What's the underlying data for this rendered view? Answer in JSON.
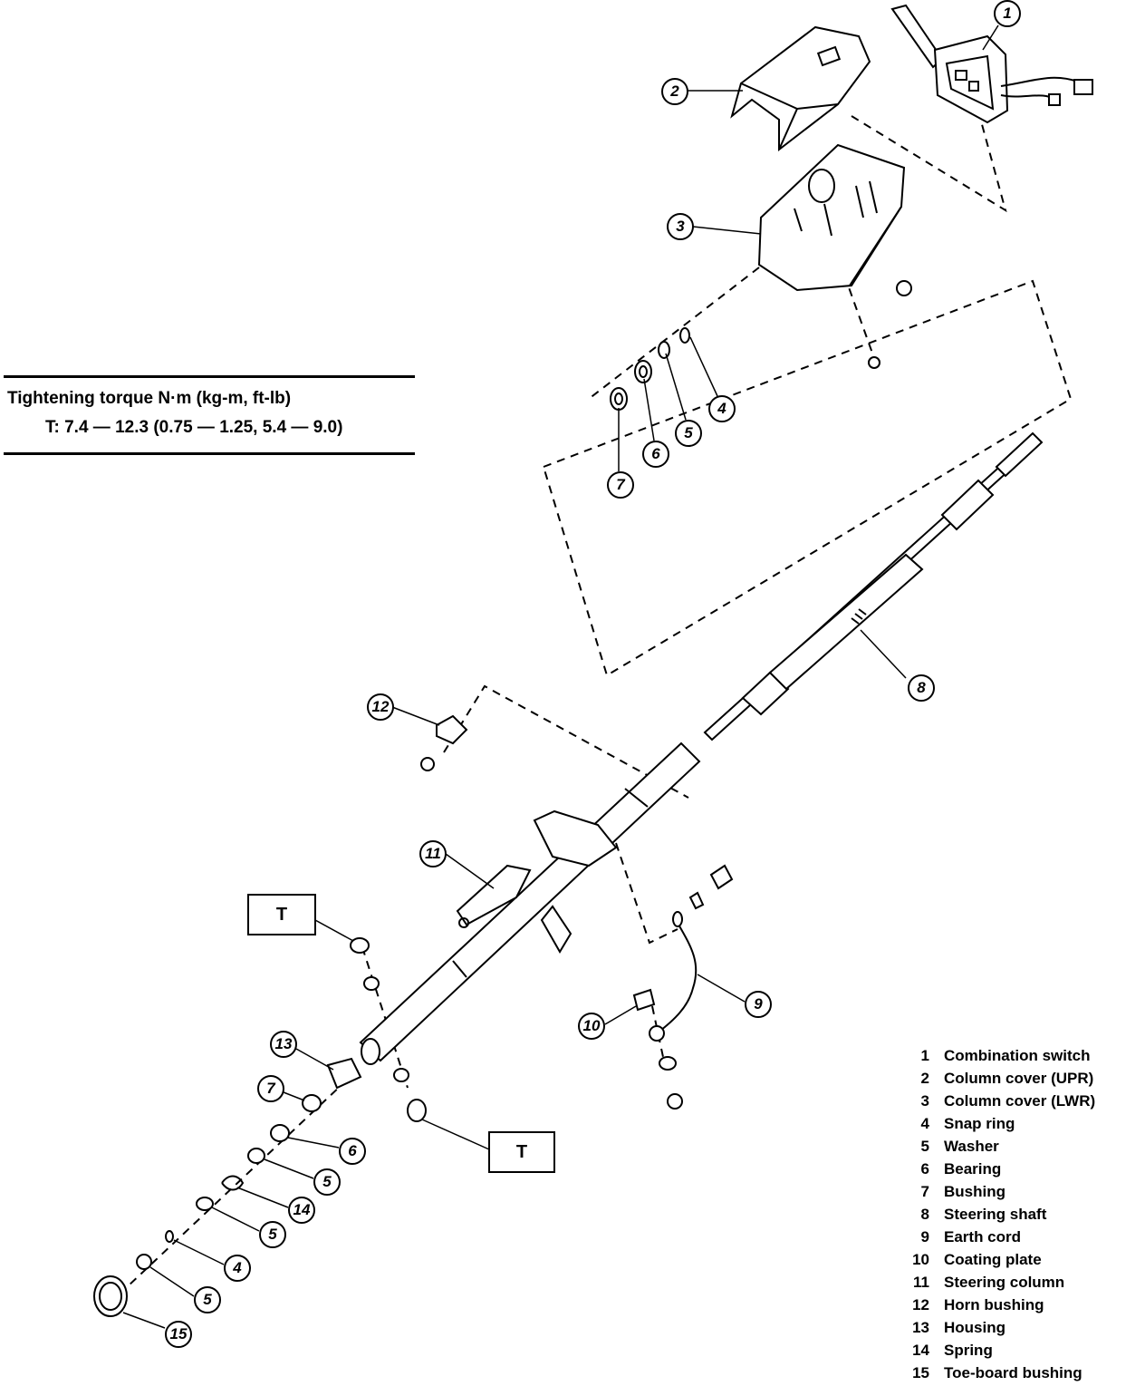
{
  "torque": {
    "title": "Tightening torque  N·m (kg-m, ft-lb)",
    "line": "T:   7.4 — 12.3 (0.75 — 1.25, 5.4 — 9.0)"
  },
  "torque_marker": "T",
  "legend": [
    {
      "num": "1",
      "name": "Combination switch"
    },
    {
      "num": "2",
      "name": "Column cover (UPR)"
    },
    {
      "num": "3",
      "name": "Column cover (LWR)"
    },
    {
      "num": "4",
      "name": "Snap ring"
    },
    {
      "num": "5",
      "name": "Washer"
    },
    {
      "num": "6",
      "name": "Bearing"
    },
    {
      "num": "7",
      "name": "Bushing"
    },
    {
      "num": "8",
      "name": "Steering shaft"
    },
    {
      "num": "9",
      "name": "Earth cord"
    },
    {
      "num": "10",
      "name": "Coating plate"
    },
    {
      "num": "11",
      "name": "Steering column"
    },
    {
      "num": "12",
      "name": "Horn bushing"
    },
    {
      "num": "13",
      "name": "Housing"
    },
    {
      "num": "14",
      "name": "Spring"
    },
    {
      "num": "15",
      "name": "Toe-board bushing"
    }
  ],
  "callouts": {
    "c1": "1",
    "c2": "2",
    "c3": "3",
    "c4a": "4",
    "c5a": "5",
    "c6a": "6",
    "c7a": "7",
    "c8": "8",
    "c9": "9",
    "c10": "10",
    "c11": "11",
    "c12": "12",
    "c13": "13",
    "c7b": "7",
    "c6b": "6",
    "c5b": "5",
    "c14": "14",
    "c5c": "5",
    "c4b": "4",
    "c5d": "5",
    "c15": "15"
  }
}
